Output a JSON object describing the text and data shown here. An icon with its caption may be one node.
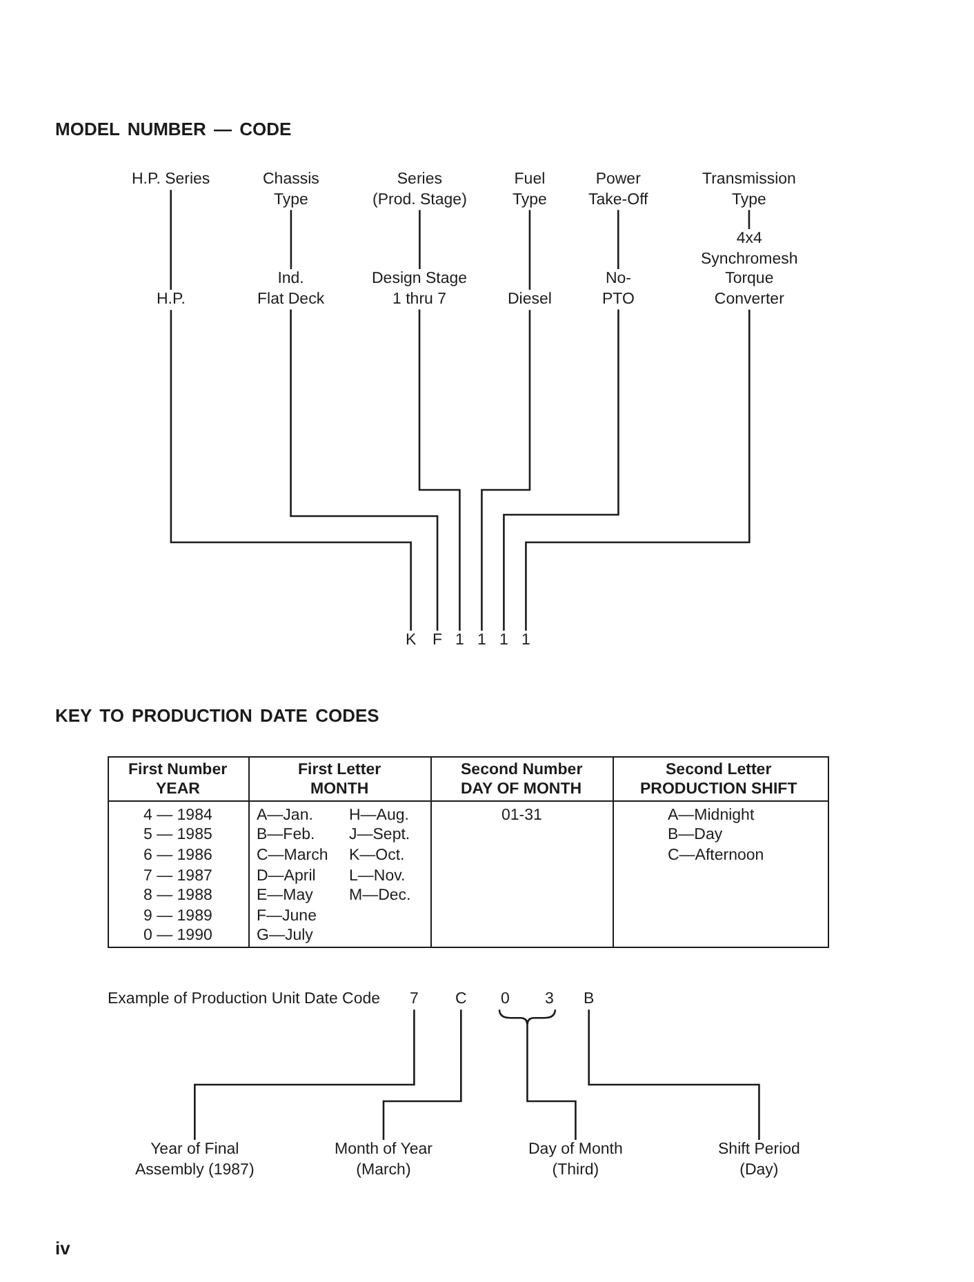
{
  "diagram": {
    "title": "MODEL NUMBER — CODE",
    "nodes": [
      {
        "text": [
          "H.P. Series"
        ]
      },
      {
        "text": [
          "Chassis Type"
        ]
      },
      {
        "text": [
          "Series (Prod. Stage)"
        ]
      },
      {
        "text": [
          "Fuel Type"
        ]
      },
      {
        "text": [
          "Power Take-Off"
        ]
      },
      {
        "text": [
          "Transmission Type"
        ]
      },
      {
        "text": [
          "H.P."
        ]
      },
      {
        "text": [
          "Ind. Flat Deck"
        ]
      },
      {
        "text": [
          "Design Stage 1 thru 7"
        ]
      },
      {
        "text": [
          "Diesel"
        ]
      },
      {
        "text": [
          "No- PTO"
        ]
      },
      {
        "text": [
          "4x4 Synchromesh Torque Converter"
        ]
      },
      {
        "text": [
          "K"
        ]
      },
      {
        "text": [
          "F"
        ]
      },
      {
        "text": [
          "1"
        ]
      },
      {
        "text": [
          "1"
        ]
      },
      {
        "text": [
          "1"
        ]
      },
      {
        "text": [
          "1"
        ]
      },
      {
        "text": [
          "7"
        ]
      },
      {
        "text": [
          "C"
        ]
      },
      {
        "text": [
          "0"
        ]
      },
      {
        "text": [
          "3"
        ]
      },
      {
        "text": [
          "B"
        ]
      },
      {
        "text": [
          "Year of Final Assembly (1987)"
        ]
      },
      {
        "text": [
          "Month of Year (March)"
        ]
      },
      {
        "text": [
          "Day of Month (Third)"
        ]
      },
      {
        "text": [
          "Shift Period (Day)"
        ]
      }
    ],
    "edges": [
      {
        "from": 0,
        "to": 6,
        "arrow": "none"
      },
      {
        "from": 1,
        "to": 7,
        "arrow": "none"
      },
      {
        "from": 2,
        "to": 8,
        "arrow": "none"
      },
      {
        "from": 3,
        "to": 9,
        "arrow": "none"
      },
      {
        "from": 4,
        "to": 10,
        "arrow": "none"
      },
      {
        "from": 5,
        "to": 11,
        "arrow": "none"
      },
      {
        "from": 6,
        "to": 12,
        "arrow": "none"
      },
      {
        "from": 7,
        "to": 13,
        "arrow": "none"
      },
      {
        "from": 8,
        "to": 14,
        "arrow": "none"
      },
      {
        "from": 9,
        "to": 15,
        "arrow": "none"
      },
      {
        "from": 10,
        "to": 16,
        "arrow": "none"
      },
      {
        "from": 11,
        "to": 17,
        "arrow": "none"
      },
      {
        "from": 18,
        "to": 23,
        "arrow": "none"
      },
      {
        "from": 19,
        "to": 24,
        "arrow": "none"
      },
      {
        "from": 20,
        "to": 25,
        "arrow": "none"
      },
      {
        "from": 21,
        "to": 25,
        "arrow": "none"
      },
      {
        "from": 22,
        "to": 26,
        "arrow": "none"
      }
    ],
    "labels": [
      "KEY TO PRODUCTION DATE CODES",
      "First Number",
      "YEAR",
      "First Letter",
      "MONTH",
      "Second Number",
      "DAY OF MONTH",
      "Second Letter",
      "PRODUCTION SHIFT",
      "4 — 1984",
      "A—Jan.",
      "H—Aug.",
      "01-31",
      "A—Midnight",
      "5 — 1985",
      "B—Feb.",
      "J—Sept.",
      "B—Day",
      "6 — 1986",
      "C—March",
      "K—Oct.",
      "C—Afternoon",
      "7 — 1987",
      "D—April",
      "L—Nov.",
      "8 — 1988",
      "E—May",
      "M—Dec.",
      "9 — 1989",
      "F—June",
      "0 — 1990",
      "G—July",
      "Example of Production Unit Date Code",
      "iv"
    ]
  }
}
